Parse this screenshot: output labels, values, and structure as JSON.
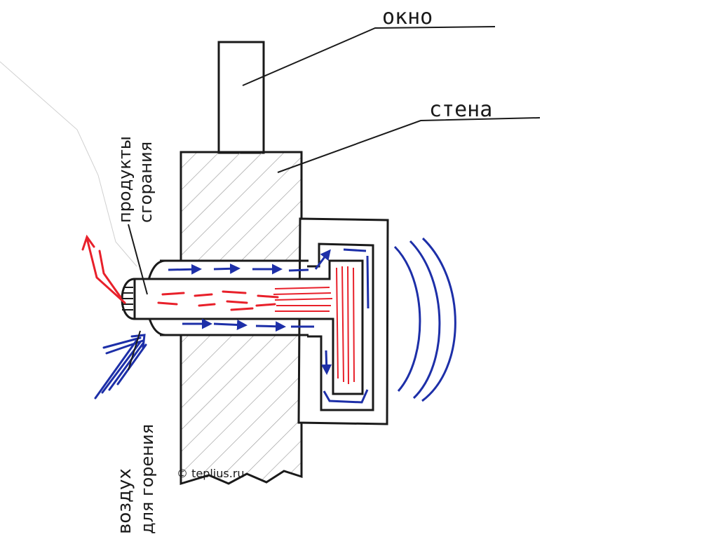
{
  "labels": {
    "window": "окно",
    "wall": "стена",
    "combustion_products_line1": "продукты",
    "combustion_products_line2": "сгорания",
    "air_line1": "воздух",
    "air_line2": "для горения",
    "watermark": "© teplius.ru"
  },
  "colors": {
    "ink": "#1a1a1a",
    "hot_flow": "#e8202a",
    "cold_flow": "#1d2fa8",
    "hatch": "#9a9a9a",
    "paper": "#ffffff"
  }
}
